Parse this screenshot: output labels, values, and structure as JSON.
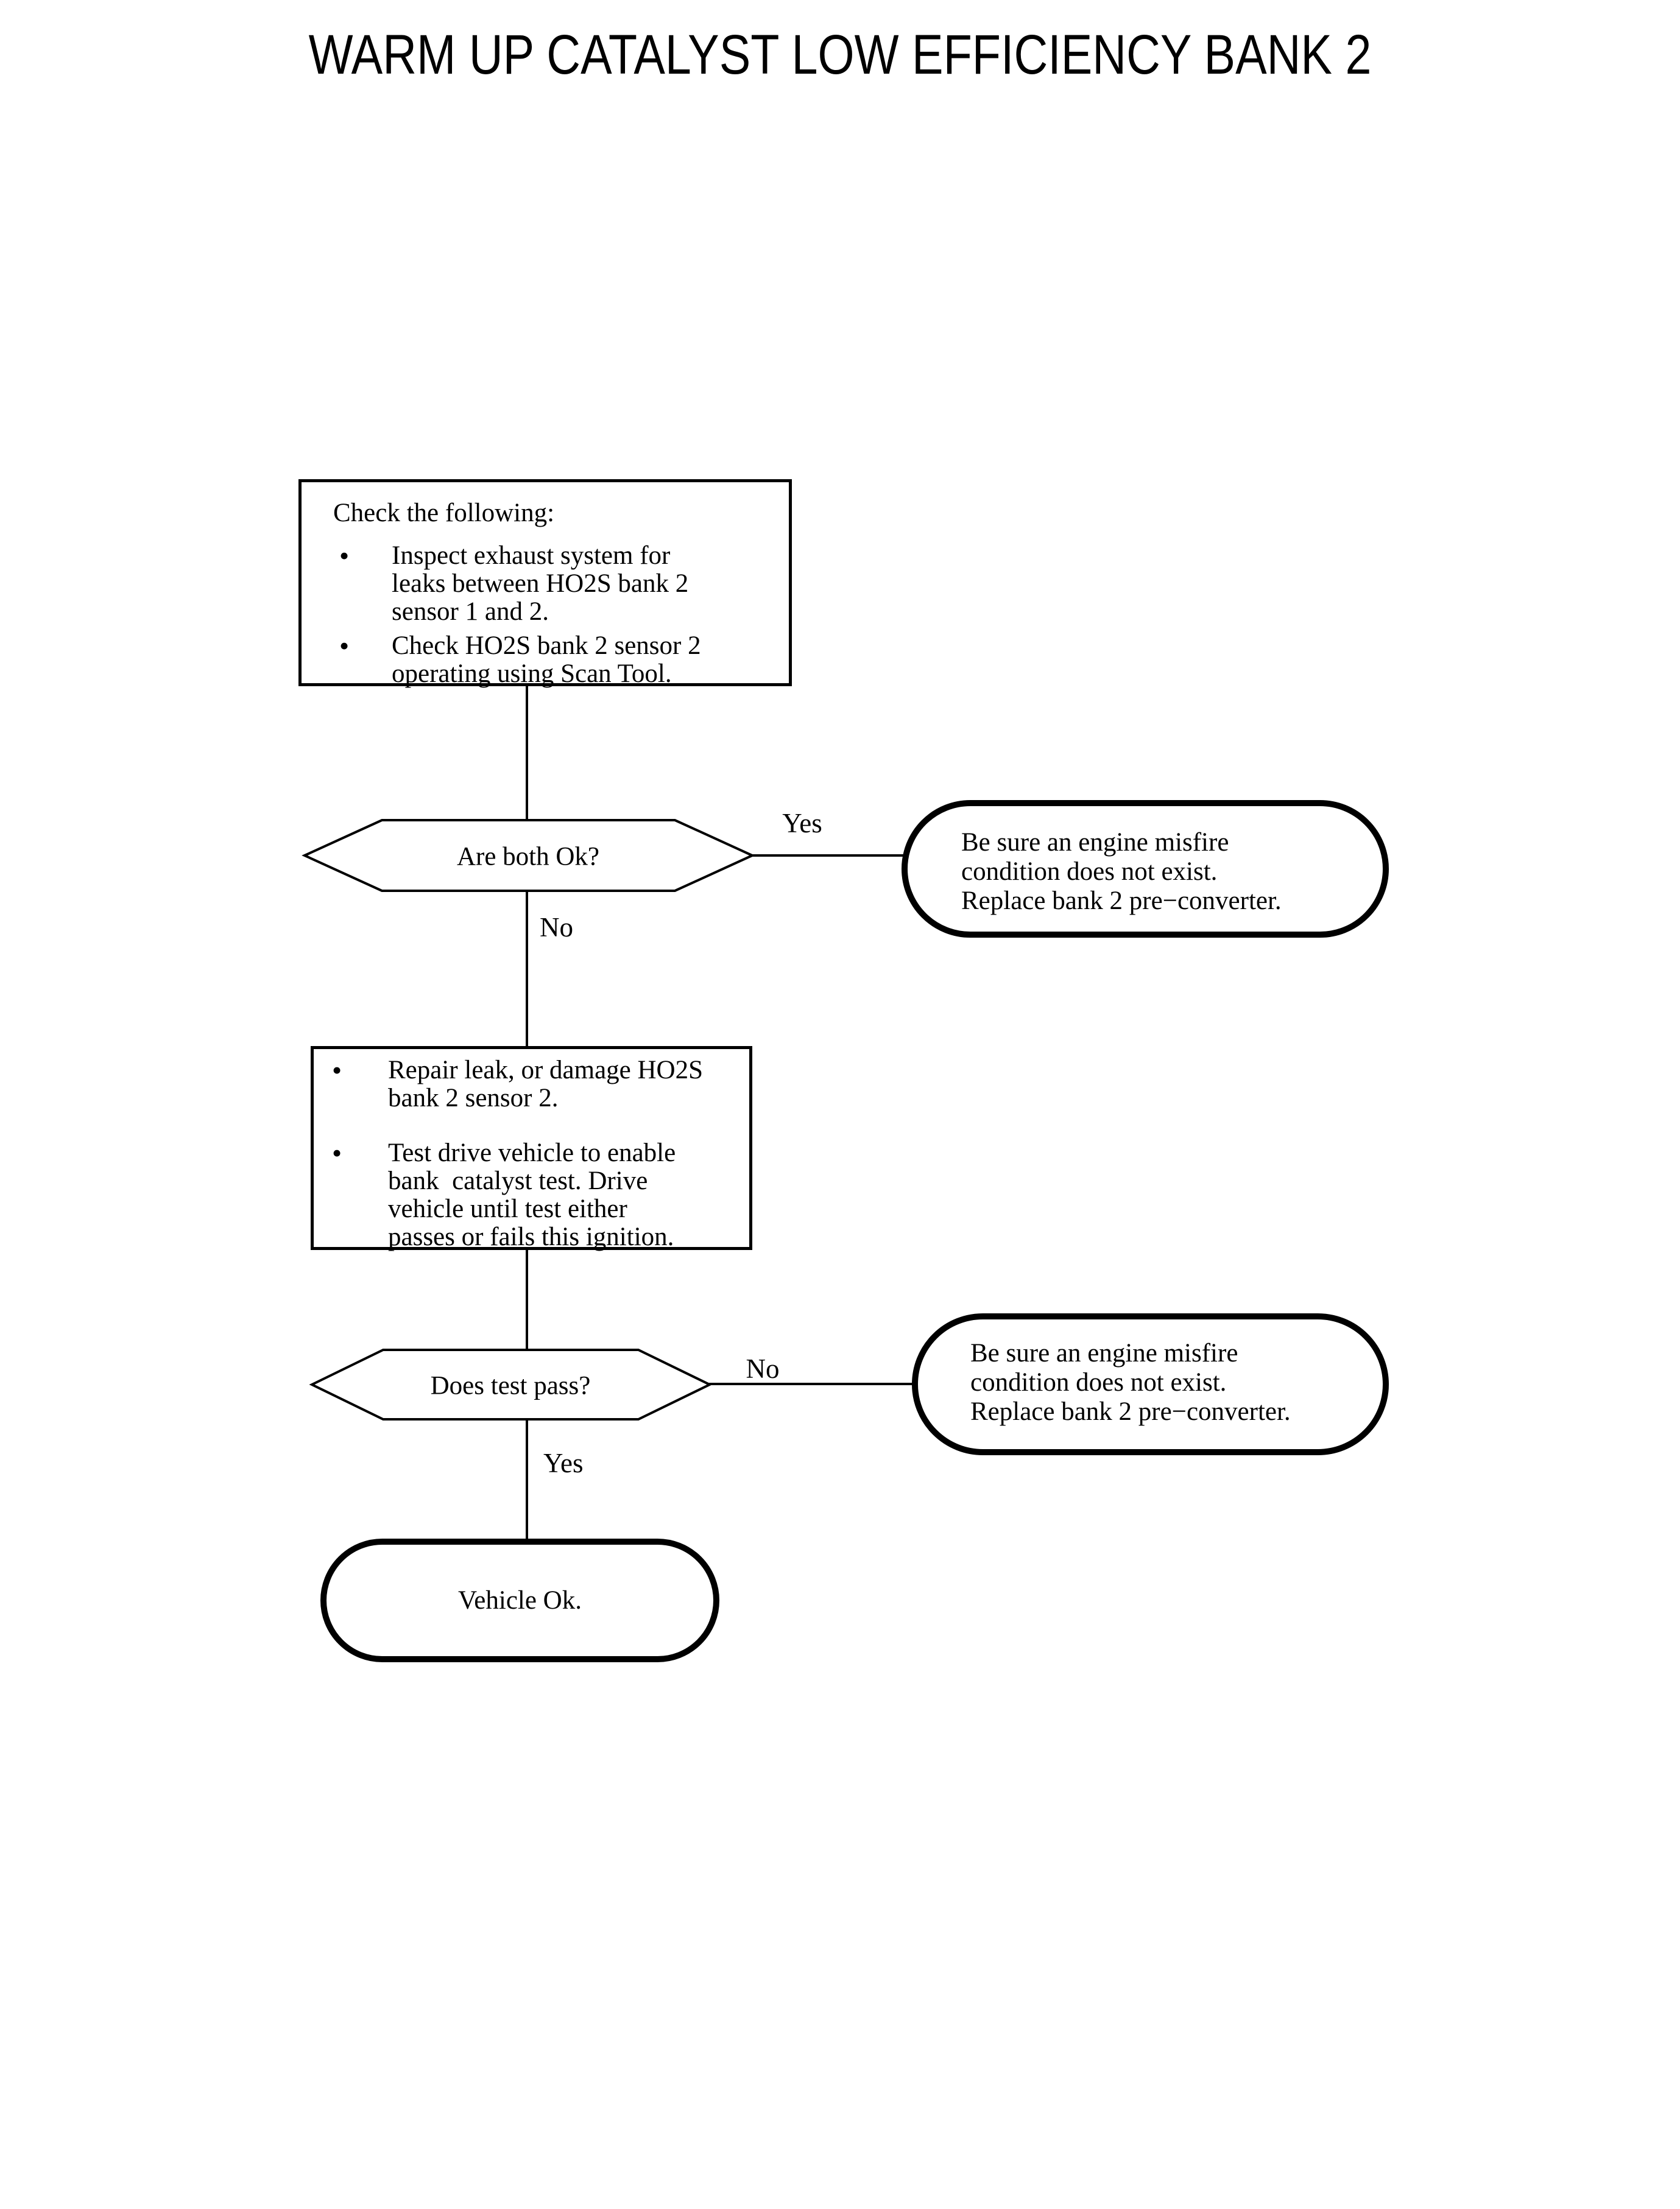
{
  "title": "WARM UP CATALYST LOW EFFICIENCY BANK 2",
  "bullet_marker": "•",
  "nodes": {
    "check_following": {
      "heading": "Check the following:",
      "bullets": [
        "Inspect exhaust system for\nleaks between HO2S bank 2\nsensor 1 and 2.",
        "Check HO2S bank 2 sensor 2\noperating using Scan Tool."
      ]
    },
    "are_both_ok": {
      "label": "Are both Ok?"
    },
    "misfire_top": {
      "text": "Be sure an engine misfire\ncondition does not exist.\nReplace bank 2 pre−converter."
    },
    "repair_leak": {
      "bullets": [
        "Repair leak, or damage HO2S\nbank 2 sensor 2.",
        "Test drive vehicle to enable\nbank  catalyst test. Drive\nvehicle until test either\npasses or fails this ignition."
      ]
    },
    "does_test_pass": {
      "label": "Does test pass?"
    },
    "misfire_bottom": {
      "text": "Be sure an engine misfire\ncondition does not exist.\nReplace bank 2 pre−converter."
    },
    "vehicle_ok": {
      "text": "Vehicle Ok."
    }
  },
  "edges": {
    "are_both_ok_yes": "Yes",
    "are_both_ok_no": "No",
    "does_test_pass_no": "No",
    "does_test_pass_yes": "Yes"
  }
}
